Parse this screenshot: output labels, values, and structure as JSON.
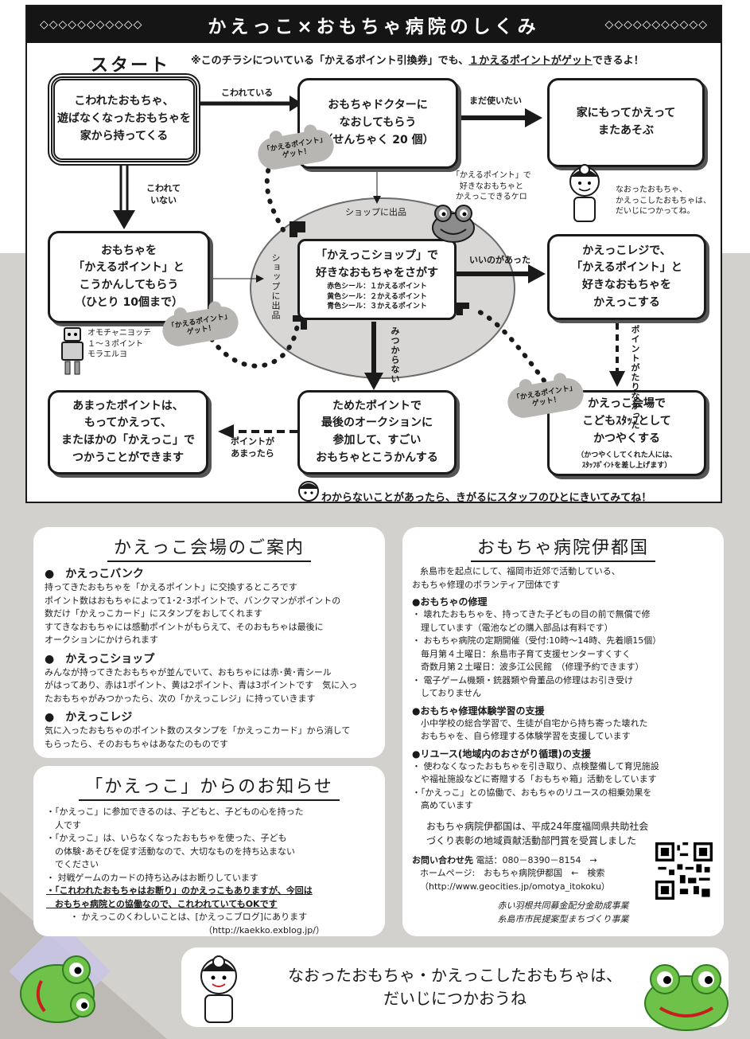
{
  "header": {
    "deco": "◇◇◇◇◇◇◇◇◇◇◇",
    "title": "かえっこ×おもちゃ病院のしくみ"
  },
  "flow": {
    "start": "スタート",
    "notice_pre": "※このチラシについている「かえるポイント引換券」でも、",
    "notice_u": "１かえるポイントがゲット",
    "notice_post": "できるよ！",
    "box1": [
      "こわれたおもちゃ、",
      "遊ばなくなったおもちゃを",
      "家から持ってくる"
    ],
    "box2": [
      "おもちゃドクターに",
      "なおしてもらう",
      "（せんちゃく 20 個）"
    ],
    "box3": [
      "家にもってかえって",
      "またあそぶ"
    ],
    "box4": [
      "おもちゃを",
      "「かえるポイント」と",
      "こうかんしてもらう",
      "（ひとり 10個まで）"
    ],
    "box5_title": [
      "「かえっこショップ」で",
      "好きなおもちゃをさがす"
    ],
    "box5_small": [
      "赤色シール：１かえるポイント",
      "黄色シール：２かえるポイント",
      "青色シール：３かえるポイント"
    ],
    "box6": [
      "かえっこレジで、",
      "「かえるポイント」と",
      "好きなおもちゃを",
      "かえっこする"
    ],
    "box7": [
      "あまったポイントは、",
      "もってかえって、",
      "またほかの「かえっこ」で",
      "つかうことができます"
    ],
    "box8": [
      "ためたポイントで",
      "最後のオークションに",
      "参加して、すごい",
      "おもちゃとこうかんする"
    ],
    "box9": [
      "かえっこ会場で",
      "こどもｽﾀｯﾌとして",
      "かつやくする"
    ],
    "box9_note": [
      "（かつやくしてくれた人には、",
      "ｽﾀｯﾌﾎﾟｲﾝﾄを差し上げます）"
    ],
    "lbl_broken": "こわれている",
    "lbl_not_broken": [
      "こわれて",
      "いない"
    ],
    "lbl_still_use": "まだ使いたい",
    "lbl_shop_out": "ショップに出品",
    "lbl_shop_out_v": "ショップに出品",
    "lbl_found": "いいのがあった",
    "lbl_not_found": "みつからない",
    "lbl_not_enough": "ポイントがたりなかった",
    "lbl_leftover": [
      "ポイントが",
      "あまったら"
    ],
    "cloud": [
      "「かえるポイント」",
      "ゲット！"
    ],
    "kero_note": [
      "「かえるポイント」で",
      "好きなおもちゃと",
      "かえっこできるケロ"
    ],
    "doctor_note": [
      "なおったおもちゃ、",
      "かえっこしたおもちゃは、",
      "だいじにつかってね。"
    ],
    "robot_note": [
      "オモチャニヨッテ",
      "１～３ポイント",
      "モラエルヨ"
    ],
    "help": "わからないことがあったら、きがるにスタッフのひとにきいてみてね！"
  },
  "venue": {
    "title": "かえっこ会場のご案内",
    "bank_h": "●　かえっこバンク",
    "bank_p": [
      "持ってきたおもちゃを「かえるポイント」に交換するところです",
      "ポイント数はおもちゃによって1･2･3ポイントで、バンクマンがポイントの",
      "数だけ「かえっこカード」にスタンプをおしてくれます",
      "すてきなおもちゃには感動ポイントがもらえて、そのおもちゃは最後に",
      "オークションにかけられます"
    ],
    "shop_h": "●　かえっこショップ",
    "shop_p": [
      "みんなが持ってきたおもちゃが並んでいて、おもちゃには赤･黄･青シール",
      "がはってあり、赤は1ポイント、黄は2ポイント、青は3ポイントです　気に入っ",
      "たおもちゃがみつかったら、次の「かえっこレジ」に持っていきます"
    ],
    "reji_h": "●　かえっこレジ",
    "reji_p": [
      "気に入ったおもちゃのポイント数のスタンプを「かえっこカード」から消して",
      "もらったら、そのおもちゃはあなたのものです"
    ]
  },
  "notice_card": {
    "title": "「かえっこ」からのお知らせ",
    "lines": [
      "・「かえっこ」に参加できるのは、子どもと、子どもの心を持った",
      "　人です",
      "・「かえっこ」は、いらなくなったおもちゃを使った、子ども",
      "　の体験･あそびを促す活動なので、大切なものを持ち込まない",
      "　でください",
      "・ 対戦ゲームのカードの持ち込みはお断りしています"
    ],
    "bold1": "・「これわれたおもちゃはお断り」のかえっこもありますが、今回は",
    "bold2": "　おもちゃ病院との協働なので、これわれていてもOKです",
    "blog": "・ かえっこのくわしいことは、[かえっこブログ]にあります",
    "blog_url": "（http://kaekko.exblog.jp/）"
  },
  "hospital": {
    "title": "おもちゃ病院伊都国",
    "intro": [
      "糸島市を起点にして、福岡市近郊で活動している、",
      "おもちゃ修理のボランティア団体です"
    ],
    "repair_h": "●おもちゃの修理",
    "repair_p": [
      "・ 壊れたおもちゃを、持ってきた子どもの目の前で無償で修",
      "　理しています（電池などの購入部品は有料です）",
      "・ おもちゃ病院の定期開催（受付:10時～14時、先着順15個）",
      "　毎月第４土曜日：糸島市子育て支援センターすくすく",
      "　奇数月第２土曜日：波多江公民館　（修理予約できます）",
      "・ 電子ゲーム機類・銃器類や骨董品の修理はお引き受け",
      "　しておりません"
    ],
    "learn_h": "●おもちゃ修理体験学習の支援",
    "learn_p": [
      "　小中学校の総合学習で、生徒が自宅から持ち寄った壊れた",
      "　おもちゃを、自ら修理する体験学習を支援しています"
    ],
    "reuse_h": "●リユース(地域内のおさがり循環)の支援",
    "reuse_p": [
      "・ 使わなくなったおもちゃを引き取り、点検整備して育児施設",
      "　や福祉施設などに寄贈する「おもちゃ箱」活動をしています",
      "・「かえっこ」との協働で、おもちゃのリユースの相乗効果を",
      "　高めています"
    ],
    "award": [
      "おもちゃ病院伊都国は、平成24年度福岡県共助社会",
      "づくり表彰の地域貢献活動部門賞を受賞しました"
    ],
    "contact_label": "お問い合わせ先",
    "tel": "電話：080－8390－8154　→",
    "hp": "ホームページ:　おもちゃ病院伊都国　←　検索",
    "url": "（http://www.geocities.jp/omotya_itokoku）",
    "fund1": "赤い羽根共同募金配分金助成事業",
    "fund2": "糸島市市民提案型まちづくり事業"
  },
  "banner": {
    "line1": "なおったおもちゃ・かえっこしたおもちゃは、",
    "line2": "だいじにつかおうね"
  }
}
